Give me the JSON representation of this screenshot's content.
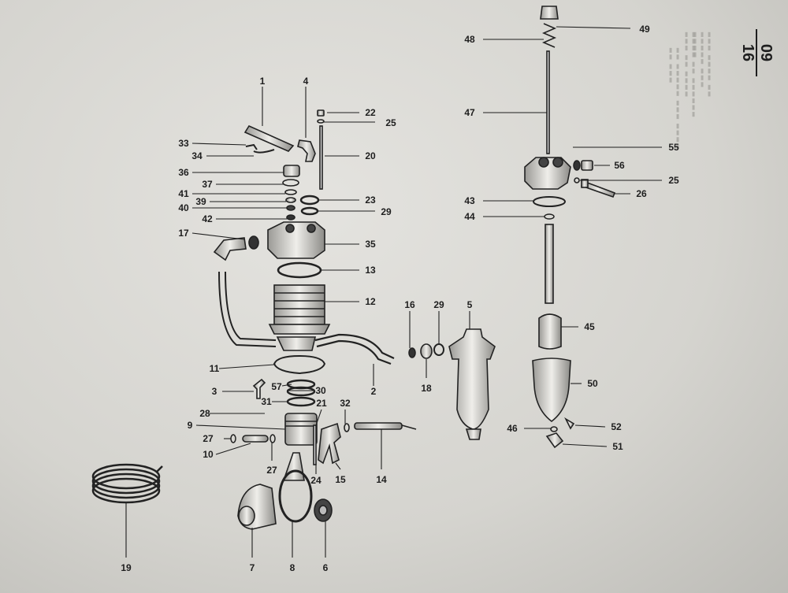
{
  "page": {
    "sheet_top": "09",
    "sheet_bottom": "16"
  },
  "parts": [
    {
      "label": "1"
    },
    {
      "label": "4"
    },
    {
      "label": "22"
    },
    {
      "label": "25"
    },
    {
      "label": "33"
    },
    {
      "label": "34"
    },
    {
      "label": "20"
    },
    {
      "label": "36"
    },
    {
      "label": "37"
    },
    {
      "label": "41"
    },
    {
      "label": "39"
    },
    {
      "label": "23"
    },
    {
      "label": "40"
    },
    {
      "label": "29"
    },
    {
      "label": "42"
    },
    {
      "label": "17"
    },
    {
      "label": "35"
    },
    {
      "label": "13"
    },
    {
      "label": "12"
    },
    {
      "label": "16"
    },
    {
      "label": "29"
    },
    {
      "label": "5"
    },
    {
      "label": "11"
    },
    {
      "label": "2"
    },
    {
      "label": "18"
    },
    {
      "label": "3"
    },
    {
      "label": "57"
    },
    {
      "label": "30"
    },
    {
      "label": "31"
    },
    {
      "label": "21"
    },
    {
      "label": "32"
    },
    {
      "label": "28"
    },
    {
      "label": "9"
    },
    {
      "label": "27"
    },
    {
      "label": "10"
    },
    {
      "label": "27"
    },
    {
      "label": "24"
    },
    {
      "label": "15"
    },
    {
      "label": "14"
    },
    {
      "label": "19"
    },
    {
      "label": "7"
    },
    {
      "label": "8"
    },
    {
      "label": "6"
    },
    {
      "label": "49"
    },
    {
      "label": "48"
    },
    {
      "label": "47"
    },
    {
      "label": "55"
    },
    {
      "label": "56"
    },
    {
      "label": "25"
    },
    {
      "label": "26"
    },
    {
      "label": "43"
    },
    {
      "label": "44"
    },
    {
      "label": "45"
    },
    {
      "label": "50"
    },
    {
      "label": "46"
    },
    {
      "label": "52"
    },
    {
      "label": "51"
    }
  ]
}
